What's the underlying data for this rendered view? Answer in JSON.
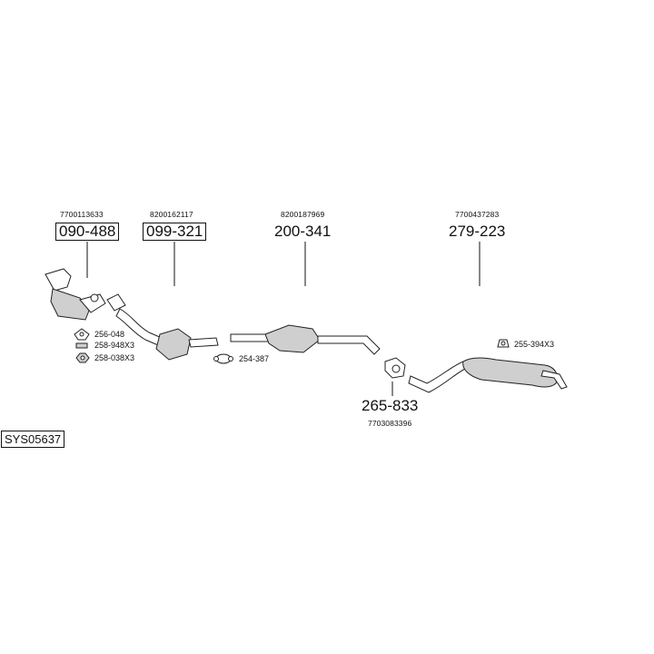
{
  "system_code": "SYS05637",
  "parts": [
    {
      "part_number": "090-488",
      "oem": "7700113633",
      "boxed": true
    },
    {
      "part_number": "099-321",
      "oem": "8200162117",
      "boxed": true
    },
    {
      "part_number": "200-341",
      "oem": "8200187969",
      "boxed": false
    },
    {
      "part_number": "279-223",
      "oem": "7700437283",
      "boxed": false
    },
    {
      "part_number": "265-833",
      "oem": "7703083396",
      "boxed": false
    }
  ],
  "accessories": [
    {
      "label": "256-048",
      "icon": "gasket-icon"
    },
    {
      "label": "258-948X3",
      "icon": "bolt-icon"
    },
    {
      "label": "258-038X3",
      "icon": "nut-icon"
    },
    {
      "label": "254-387",
      "icon": "clamp-icon"
    },
    {
      "label": "255-394X3",
      "icon": "rubber-mount-icon"
    }
  ]
}
